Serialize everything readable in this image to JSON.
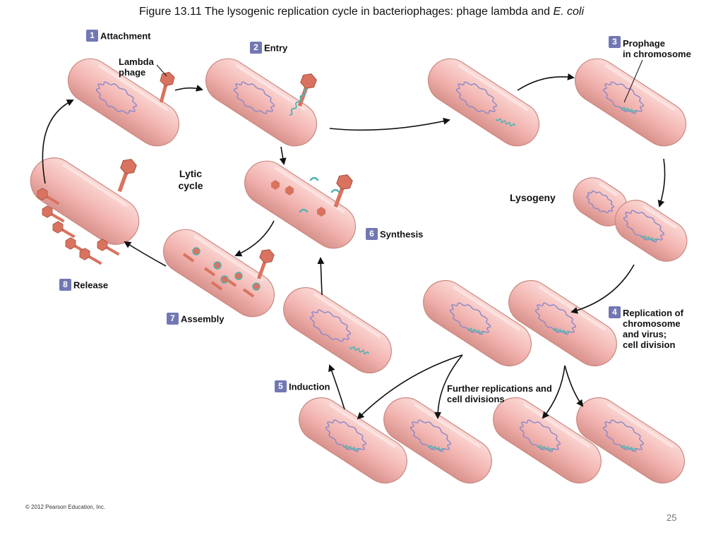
{
  "title": {
    "main": "Figure 13.11 The lysogenic replication cycle in bacteriophages: phage lambda and ",
    "italic": "E. coli"
  },
  "steps": {
    "attachment": {
      "num": "1",
      "label": "Attachment"
    },
    "entry": {
      "num": "2",
      "label": "Entry"
    },
    "prophage": {
      "num": "3",
      "line1": "Prophage",
      "line2": "in chromosome"
    },
    "replication": {
      "num": "4",
      "line1": "Replication of",
      "line2": "chromosome",
      "line3": "and virus;",
      "line4": "cell division"
    },
    "induction": {
      "num": "5",
      "label": "Induction"
    },
    "synthesis": {
      "num": "6",
      "label": "Synthesis"
    },
    "assembly": {
      "num": "7",
      "label": "Assembly"
    },
    "release": {
      "num": "8",
      "label": "Release"
    }
  },
  "labels": {
    "lambda_line1": "Lambda",
    "lambda_line2": "phage",
    "lytic_line1": "Lytic",
    "lytic_line2": "cycle",
    "lysogeny": "Lysogeny",
    "further_line1": "Further replications and",
    "further_line2": "cell divisions"
  },
  "footer": {
    "copyright": "© 2012 Pearson Education, Inc.",
    "page_number": "25"
  },
  "colors": {
    "cell_fill": "#f2b4b0",
    "cell_edge": "#c98880",
    "host_dna": "#8a87c9",
    "phage_dna": "#4fb3b3",
    "phage_body": "#d9735f",
    "badge": "#7277b4"
  }
}
